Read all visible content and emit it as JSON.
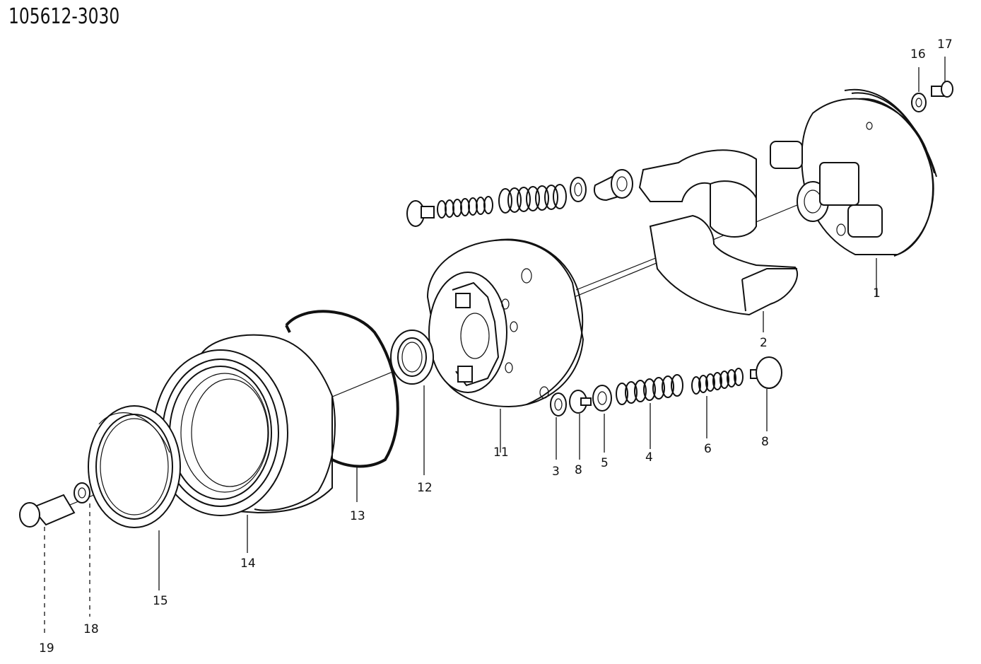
{
  "drawing_number": "105612-3030",
  "callouts": [
    "1",
    "2",
    "3",
    "4",
    "5",
    "6",
    "8",
    "8",
    "11",
    "12",
    "13",
    "14",
    "15",
    "16",
    "17",
    "18",
    "19"
  ]
}
